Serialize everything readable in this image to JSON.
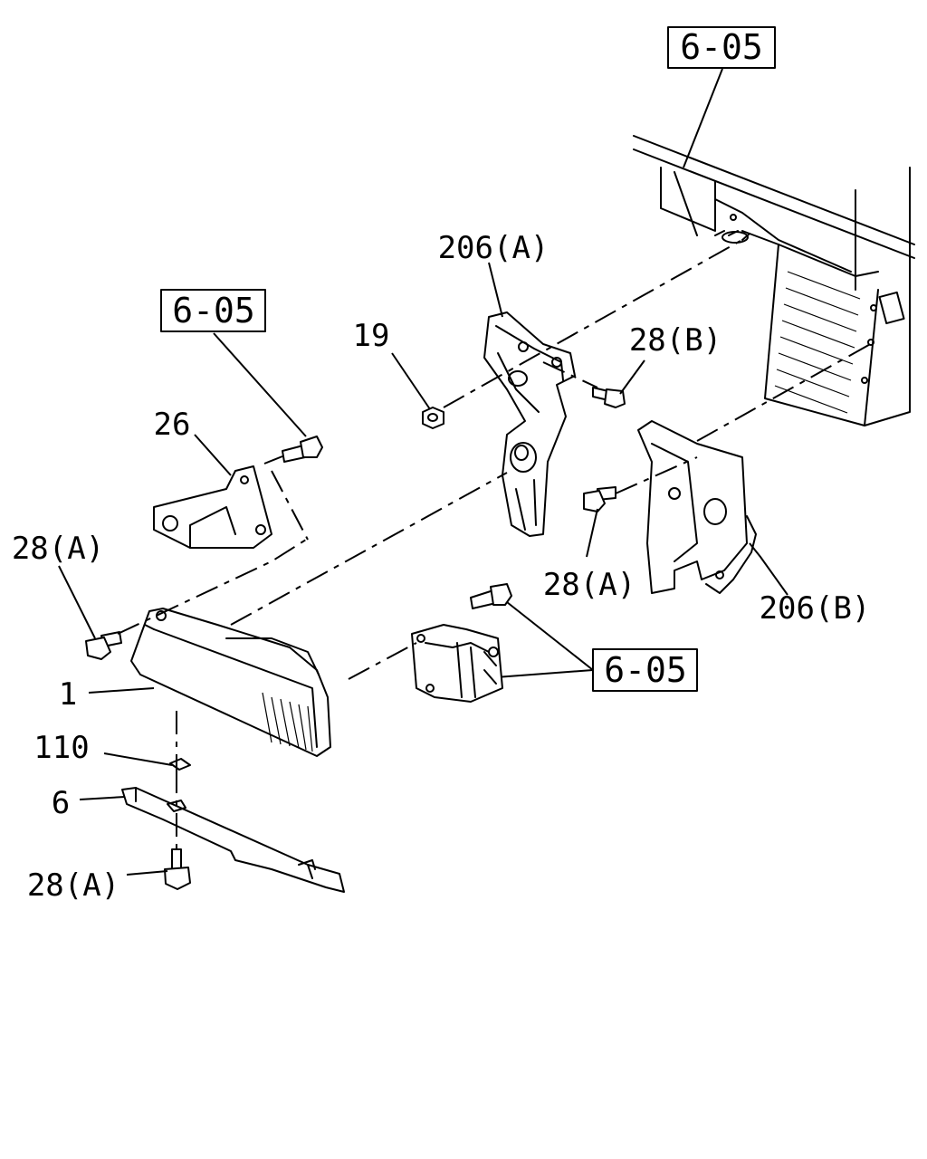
{
  "diagram": {
    "reference_boxes": [
      {
        "id": "ref-top",
        "text": "6-05"
      },
      {
        "id": "ref-left",
        "text": "6-05"
      },
      {
        "id": "ref-bottom",
        "text": "6-05"
      }
    ],
    "part_labels": {
      "p206a": "206(A)",
      "p19": "19",
      "p28b": "28(B)",
      "p26": "26",
      "p28a_left": "28(A)",
      "p28a_mid": "28(A)",
      "p206b": "206(B)",
      "p1": "1",
      "p110": "110",
      "p6": "6",
      "p28a_bottom": "28(A)"
    }
  }
}
